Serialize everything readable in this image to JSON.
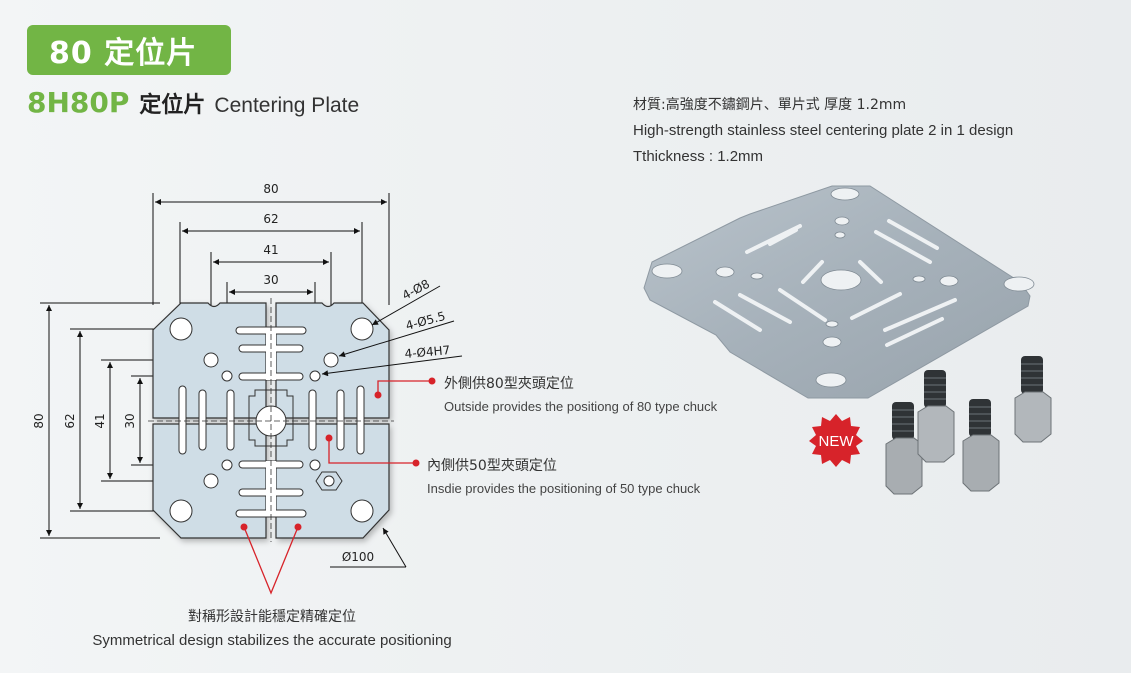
{
  "header": {
    "badge_text": "80 定位片",
    "model_code": "8H80P",
    "model_name_cn": "定位片",
    "model_name_en": "Centering Plate"
  },
  "spec": {
    "line1": "材質:高強度不鏽鋼片、單片式 厚度 1.2mm",
    "line2": "High-strength stainless steel centering plate 2 in 1 design",
    "line3": "Tthickness : 1.2mm"
  },
  "dimensions": {
    "horizontal": [
      "80",
      "62",
      "41",
      "30"
    ],
    "vertical": [
      "80",
      "62",
      "41",
      "30"
    ],
    "holes": [
      "4-Ø8",
      "4-Ø5.5",
      "4-Ø4H7"
    ],
    "outer_diameter": "Ø100"
  },
  "callouts": {
    "outside": {
      "cn": "外側供80型夾頭定位",
      "en": "Outside provides the positiong of 80 type chuck"
    },
    "inside": {
      "cn": "內側供50型夾頭定位",
      "en": "Insdie provides the positioning of 50 type chuck"
    },
    "symmetric": {
      "cn": "對稱形設計能穩定精確定位",
      "en": "Symmetrical design stabilizes the accurate positioning"
    }
  },
  "product": {
    "new_badge": "NEW",
    "colors": {
      "accent_green": "#72b545",
      "callout_red": "#d7232a",
      "plate_fill": "#cfdde6"
    }
  }
}
